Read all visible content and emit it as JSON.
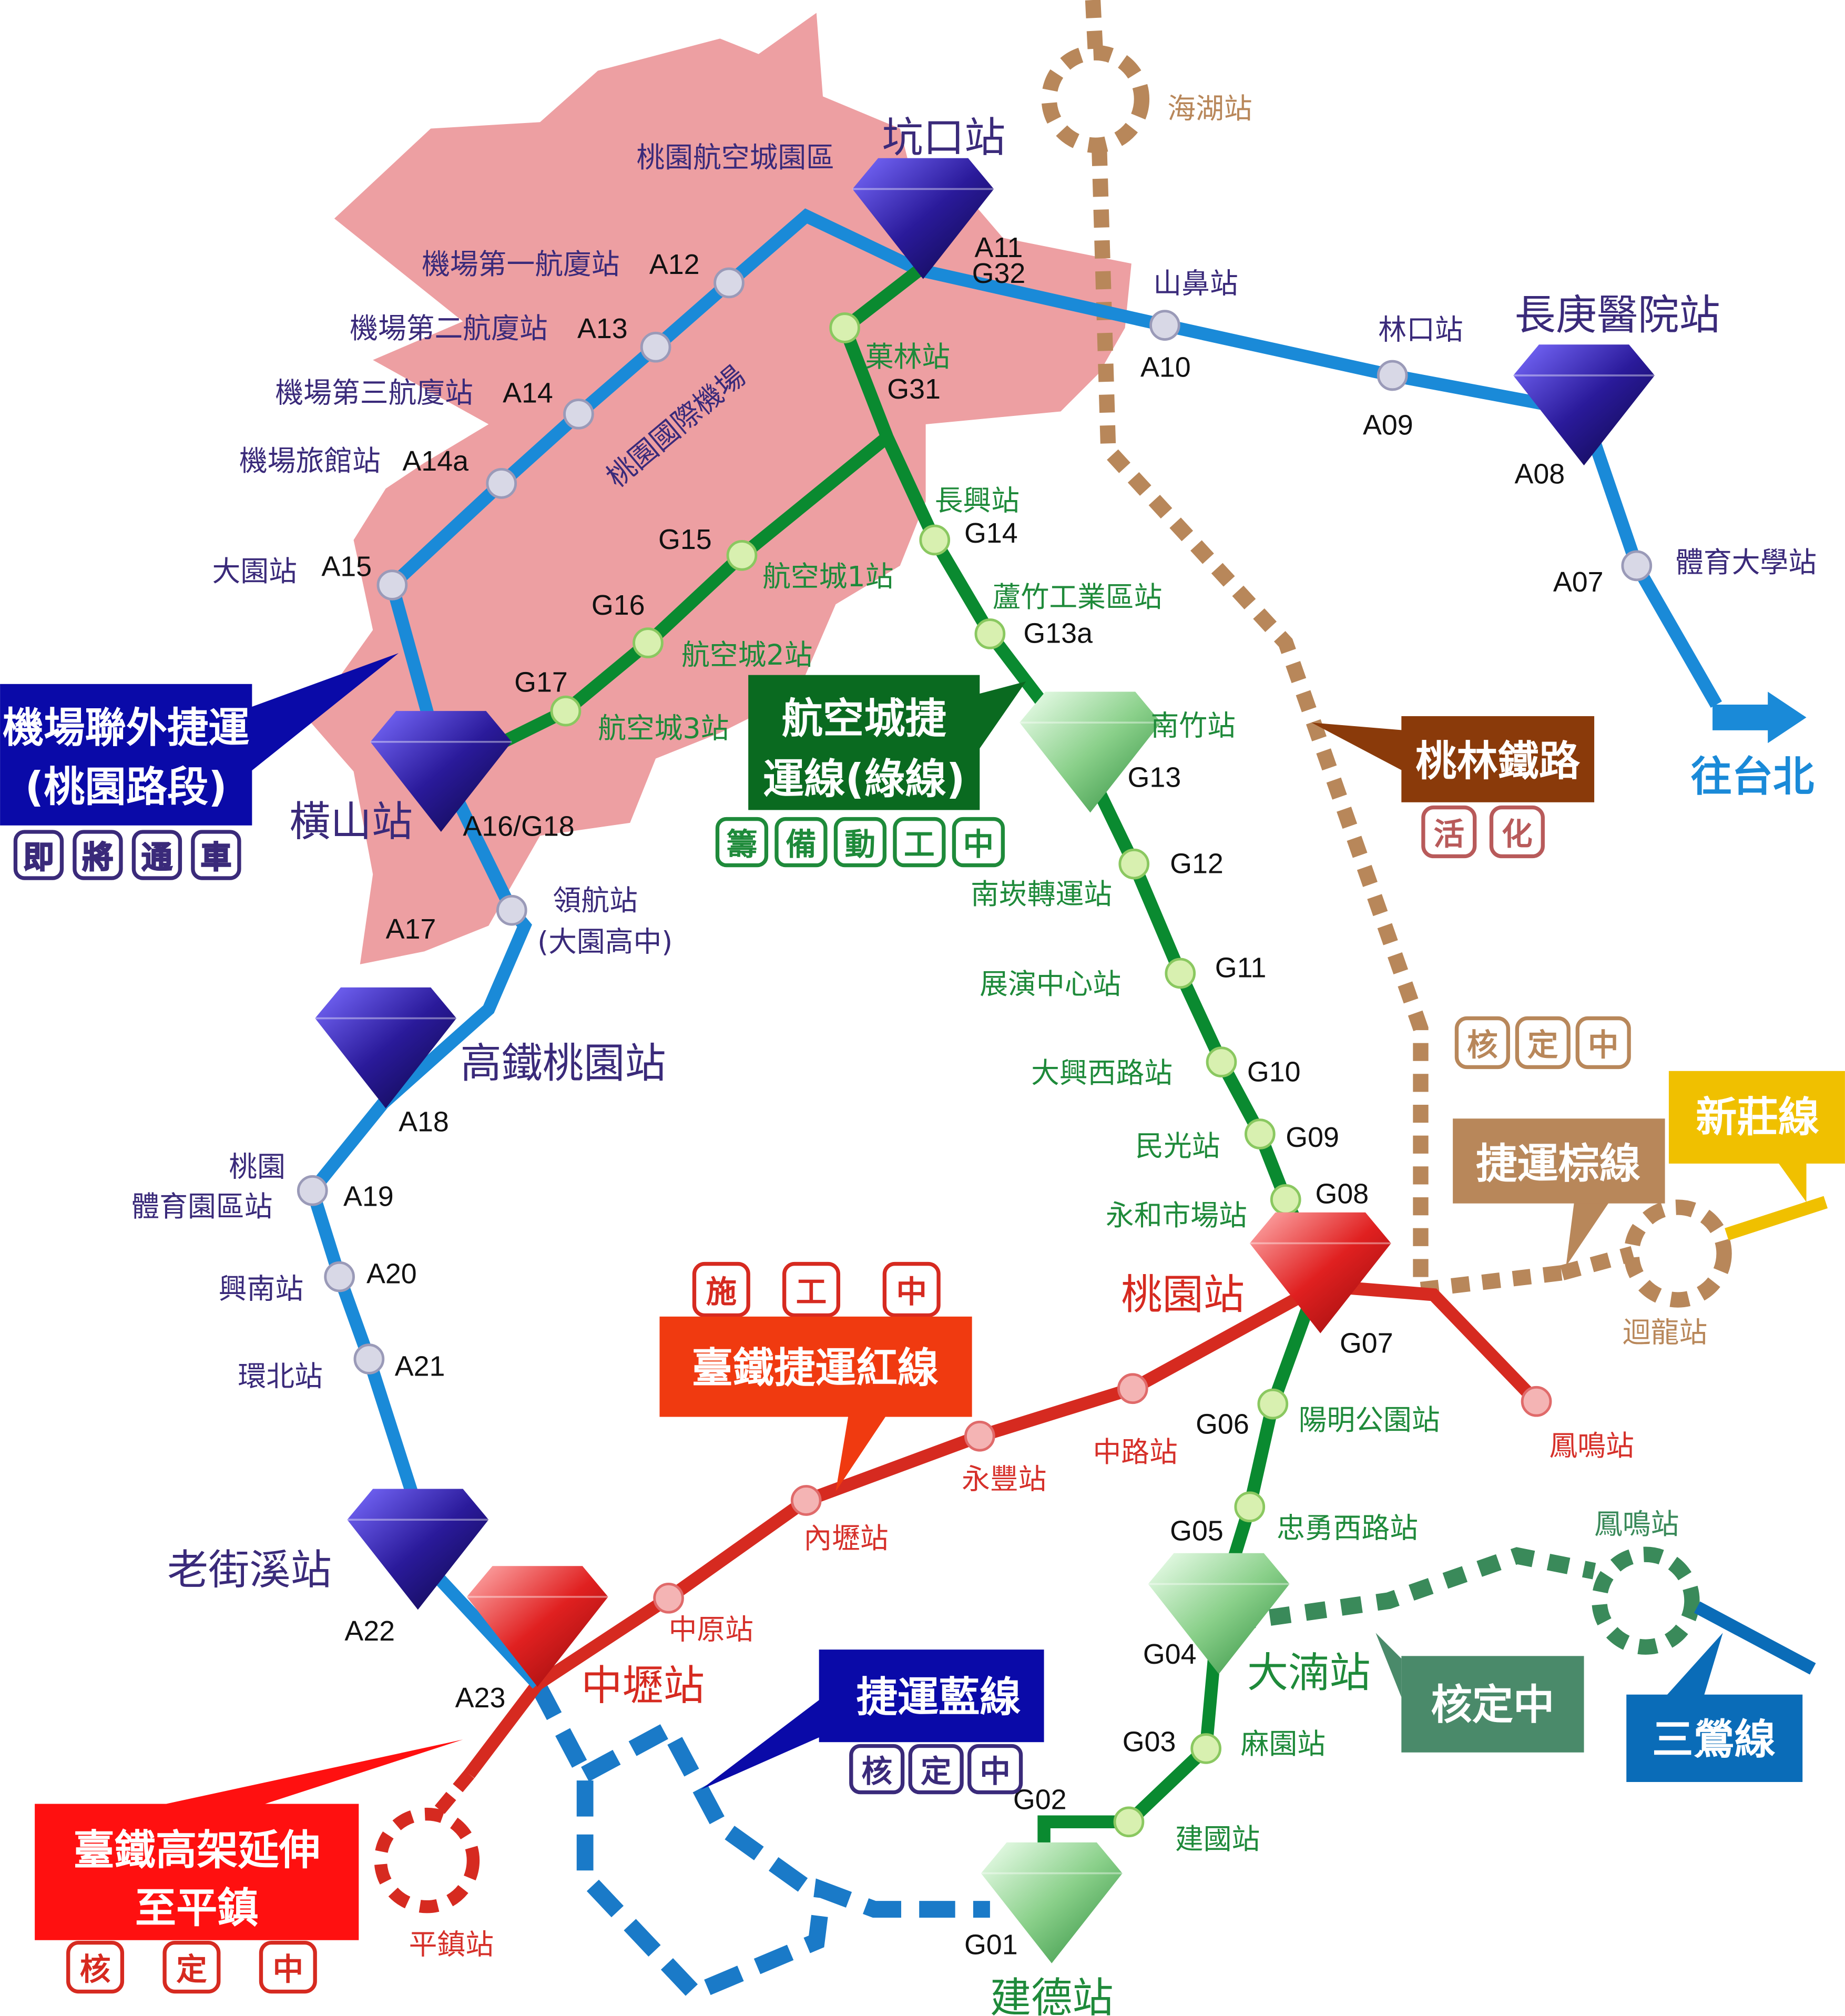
{
  "colors": {
    "airport_line": "#1a8ad8",
    "green_line": "#0a8a30",
    "red_line": "#d62a20",
    "brown_line": "#b8875a",
    "airport_area": "#ed9fa2",
    "sanying": "#0a6cb8",
    "xinzhuang": "#f0c000"
  },
  "area_label": "桃園航空城園區",
  "airport_label": "桃園國際機場",
  "airport_line": {
    "callout": [
      "機場聯外捷運",
      "(桃園路段)"
    ],
    "badge": [
      "即",
      "將",
      "通",
      "車"
    ],
    "direction": "往台北",
    "stations": [
      {
        "name": "坑口站",
        "code": "A11"
      },
      {
        "name": "機場第一航廈站",
        "code": "A12"
      },
      {
        "name": "機場第二航廈站",
        "code": "A13"
      },
      {
        "name": "機場第三航廈站",
        "code": "A14"
      },
      {
        "name": "機場旅館站",
        "code": "A14a"
      },
      {
        "name": "大園站",
        "code": "A15"
      },
      {
        "name": "橫山站",
        "code": "A16/G18"
      },
      {
        "name": "領航站",
        "sub": "(大園高中)",
        "code": "A17"
      },
      {
        "name": "高鐵桃園站",
        "code": "A18"
      },
      {
        "name": "桃園",
        "sub": "體育園區站",
        "code": "A19"
      },
      {
        "name": "興南站",
        "code": "A20"
      },
      {
        "name": "環北站",
        "code": "A21"
      },
      {
        "name": "老街溪站",
        "code": "A22"
      },
      {
        "name": "中壢站",
        "code": "A23"
      },
      {
        "name": "山鼻站",
        "code": "A10"
      },
      {
        "name": "林口站",
        "code": "A09"
      },
      {
        "name": "長庚醫院站",
        "code": "A08"
      },
      {
        "name": "體育大學站",
        "code": "A07"
      }
    ]
  },
  "green_line": {
    "callout": [
      "航空城捷",
      "運線(綠線)"
    ],
    "badge": [
      "籌",
      "備",
      "動",
      "工",
      "中"
    ],
    "stations": [
      {
        "name": "",
        "code": "G32"
      },
      {
        "name": "菓林站",
        "code": "G31"
      },
      {
        "name": "長興站",
        "code": "G14"
      },
      {
        "name": "蘆竹工業區站",
        "code": "G13a"
      },
      {
        "name": "南竹站",
        "code": "G13"
      },
      {
        "name": "南崁轉運站",
        "code": "G12"
      },
      {
        "name": "展演中心站",
        "code": "G11"
      },
      {
        "name": "大興西路站",
        "code": "G10"
      },
      {
        "name": "民光站",
        "code": "G09"
      },
      {
        "name": "永和市場站",
        "code": "G08"
      },
      {
        "name": "桃園站",
        "code": "G07"
      },
      {
        "name": "陽明公園站",
        "code": "G06"
      },
      {
        "name": "忠勇西路站",
        "code": "G05"
      },
      {
        "name": "大湳站",
        "code": "G04"
      },
      {
        "name": "麻園站",
        "code": "G03"
      },
      {
        "name": "建國站",
        "code": "G02"
      },
      {
        "name": "建德站",
        "code": "G01"
      },
      {
        "name": "航空城1站",
        "code": "G15"
      },
      {
        "name": "航空城2站",
        "code": "G16"
      },
      {
        "name": "航空城3站",
        "code": "G17"
      }
    ]
  },
  "red_line": {
    "callout": "臺鐵捷運紅線",
    "badge": [
      "施",
      "工",
      "中"
    ],
    "stations": [
      "中原站",
      "內壢站",
      "永豐站",
      "中路站",
      "鳳鳴站"
    ]
  },
  "red_extension": {
    "callout": [
      "臺鐵高架延伸",
      "至平鎮"
    ],
    "badge": [
      "核",
      "定",
      "中"
    ],
    "station": "平鎮站"
  },
  "taolin": {
    "callout": "桃林鐵路",
    "badge": [
      "活",
      "化"
    ],
    "station": "海湖站"
  },
  "brown_line": {
    "callout": "捷運棕線",
    "badge": [
      "核",
      "定",
      "中"
    ],
    "station": "迴龍站"
  },
  "xinzhuang": {
    "callout": "新莊線"
  },
  "blue_line": {
    "callout": "捷運藍線",
    "badge": [
      "核",
      "定",
      "中"
    ]
  },
  "green_ext": {
    "callout": "核定中",
    "station": "鳳鳴站"
  },
  "sanying": {
    "callout": "三鶯線"
  }
}
